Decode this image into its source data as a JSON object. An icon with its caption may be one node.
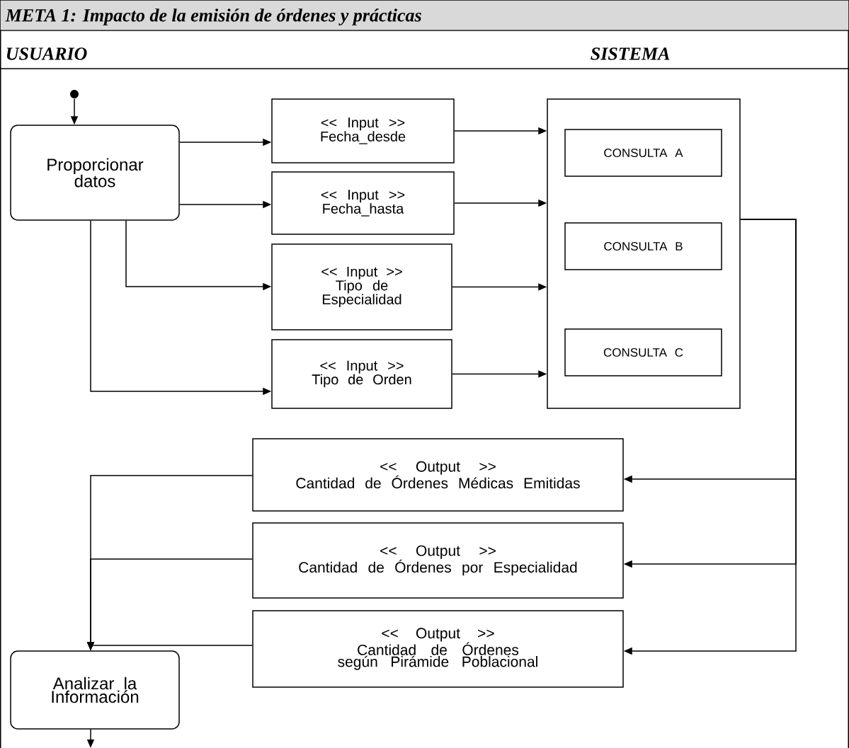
{
  "diagram": {
    "title": "META 1: Impacto de la emisión de órdenes y prácticas",
    "nodes": [
      {
        "text": [],
        "shape": "circle"
      },
      {
        "text": [
          "Proporcionar datos"
        ]
      },
      {
        "text": [
          "<< Input >>",
          "Fecha_desde"
        ]
      },
      {
        "text": [
          "<< Input >>",
          "Fecha_hasta"
        ]
      },
      {
        "text": [
          "<< Input >>",
          "Tipo de Especialidad"
        ]
      },
      {
        "text": [
          "<< Input >>",
          "Tipo de Orden"
        ]
      },
      {
        "text": [],
        "shape": "box"
      },
      {
        "text": [
          "CONSULTA A"
        ],
        "in": 6
      },
      {
        "text": [
          "CONSULTA B"
        ],
        "in": 6
      },
      {
        "text": [
          "CONSULTA C"
        ],
        "in": 6
      },
      {
        "text": [
          "<< Output >>",
          "Cantidad de Órdenes Médicas Emitidas"
        ]
      },
      {
        "text": [
          "<< Output >>",
          "Cantidad de Órdenes por Especialidad"
        ]
      },
      {
        "text": [
          "<< Output >>",
          "Cantidad de Órdenes según Pirámide Poblacional"
        ]
      },
      {
        "text": [
          "Analizar la Información"
        ]
      }
    ],
    "edges": [
      {
        "from": 0,
        "to": 1,
        "arrow": "to"
      },
      {
        "from": 1,
        "to": 2,
        "arrow": "to"
      },
      {
        "from": 1,
        "to": 3,
        "arrow": "to"
      },
      {
        "from": 1,
        "to": 4,
        "arrow": "to"
      },
      {
        "from": 1,
        "to": 5,
        "arrow": "to"
      },
      {
        "from": 2,
        "to": 6,
        "arrow": "to"
      },
      {
        "from": 3,
        "to": 6,
        "arrow": "to"
      },
      {
        "from": 4,
        "to": 6,
        "arrow": "to"
      },
      {
        "from": 5,
        "to": 6,
        "arrow": "to"
      },
      {
        "from": 6,
        "to": 10,
        "arrow": "to"
      },
      {
        "from": 6,
        "to": 11,
        "arrow": "to"
      },
      {
        "from": 6,
        "to": 12,
        "arrow": "to"
      },
      {
        "from": 10,
        "to": 13,
        "arrow": "to"
      },
      {
        "from": 11,
        "to": 13,
        "arrow": "to"
      },
      {
        "from": 12,
        "to": 13,
        "arrow": "to"
      },
      {
        "from": 13,
        "to": null,
        "arrow": "to"
      }
    ],
    "labels": [
      "USUARIO",
      "SISTEMA"
    ]
  }
}
